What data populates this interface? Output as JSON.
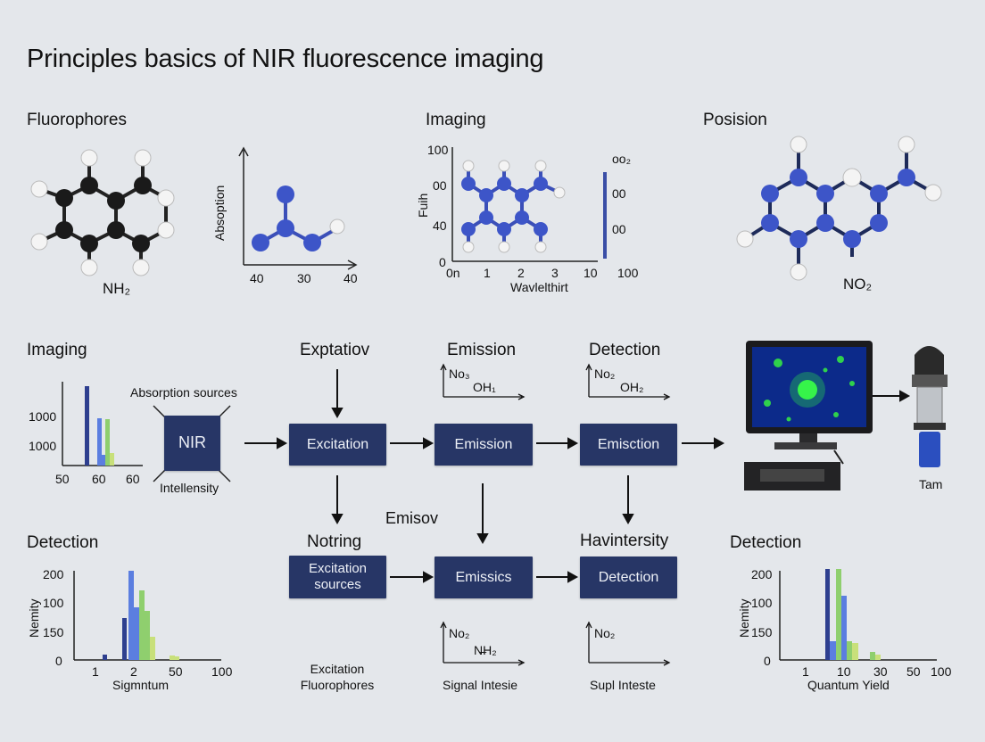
{
  "title": "Principles basics of NIR fluorescence imaging",
  "top": {
    "fluorophores": {
      "heading": "Fluorophores",
      "label": "NH₂"
    },
    "absorption_plot": {
      "ylabel": "Absoption",
      "ticks": [
        "40",
        "30",
        "40"
      ]
    },
    "imaging": {
      "heading": "Imaging",
      "ylabel": "Fuih",
      "xlabel": "Wavlelthirt",
      "yticks": [
        "100",
        "00",
        "40",
        "0"
      ],
      "xticks": [
        "0n",
        "1",
        "2",
        "3",
        "10",
        "100"
      ],
      "right_labels": [
        "oo₂",
        "00",
        "00"
      ]
    },
    "posision": {
      "heading": "Posision",
      "label": "NO₂"
    }
  },
  "middle": {
    "imaging_heading": "Imaging",
    "bar_yticks": [
      "1000",
      "1000"
    ],
    "bar_xticks": [
      "50",
      "60",
      "60"
    ],
    "absorption_sources": "Absorption sources",
    "nir": "NIR",
    "intensity": "Intellensity",
    "headings": {
      "excitation": "Exptatiov",
      "emission": "Emission",
      "detection": "Detection"
    },
    "mini_emission": {
      "a": "No₃",
      "b": "OH₁"
    },
    "mini_detection": {
      "a": "No₂",
      "b": "OH₂"
    },
    "boxes": {
      "excitation": "Excitation",
      "emission": "Emission",
      "detection": "Emisction"
    },
    "emisov": "Emisov",
    "tam": "Tam"
  },
  "bottom": {
    "detection_left": {
      "heading": "Detection",
      "ylabel": "Nemity",
      "yticks": [
        "200",
        "100",
        "150",
        "0"
      ],
      "xticks": [
        "1",
        "2",
        "50",
        "100"
      ],
      "xlabel": "Sigmntum"
    },
    "notring": "Notring",
    "havintersity": "Havintersity",
    "boxes": {
      "excitation": "Excitation\nsources",
      "emission": "Emissics",
      "detection": "Detection"
    },
    "mini_a": {
      "a": "No₂",
      "b": "N̵̶H₂"
    },
    "mini_b": {
      "a": "No₂"
    },
    "captions": {
      "excitation": "Excitation\nFluorophores",
      "signal": "Signal Intesie",
      "supl": "Supl Inteste"
    },
    "detection_right": {
      "heading": "Detection",
      "ylabel": "Nemity",
      "yticks": [
        "200",
        "100",
        "150",
        "0"
      ],
      "xticks": [
        "1",
        "10",
        "30",
        "50",
        "100"
      ],
      "xlabel": "Quantum Yield"
    }
  },
  "colors": {
    "background": "#e4e7eb",
    "box": "#273666",
    "atom_blue": "#3d55c8",
    "atom_black": "#1a1a1a",
    "bar_navy": "#2e3f8f",
    "bar_blue": "#5b7ee0",
    "bar_green": "#8fcf6e",
    "bar_lime": "#c8e07a"
  }
}
